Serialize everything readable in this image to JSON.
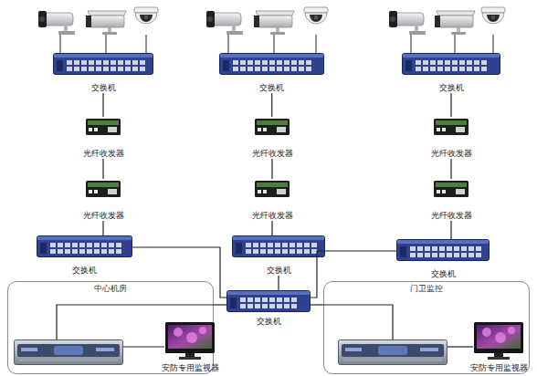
{
  "diagram": {
    "nodes": [
      {
        "text": [
          "交换机"
        ]
      },
      {
        "text": [
          "交换机"
        ]
      },
      {
        "text": [
          "交换机"
        ]
      },
      {
        "text": [
          "光纤收发器"
        ]
      },
      {
        "text": [
          "光纤收发器"
        ]
      },
      {
        "text": [
          "光纤收发器"
        ]
      },
      {
        "text": [
          "光纤收发器"
        ]
      },
      {
        "text": [
          "光纤收发器"
        ]
      },
      {
        "text": [
          "光纤收发器"
        ]
      },
      {
        "text": [
          "交换机"
        ]
      },
      {
        "text": [
          "交换机"
        ]
      },
      {
        "text": [
          "交换机"
        ]
      },
      {
        "text": [
          "中心机房"
        ]
      },
      {
        "text": [
          "安防专用监视器"
        ],
        "in": 12
      },
      {
        "text": [
          "交换机"
        ]
      },
      {
        "text": [
          "门卫监控"
        ]
      },
      {
        "text": [
          "安防专用监视器"
        ],
        "in": 15
      }
    ],
    "edges": [
      {
        "from": 0,
        "to": 3,
        "arrow": "none"
      },
      {
        "from": 1,
        "to": 4,
        "arrow": "none"
      },
      {
        "from": 2,
        "to": 5,
        "arrow": "none"
      },
      {
        "from": 3,
        "to": 6,
        "arrow": "none"
      },
      {
        "from": 4,
        "to": 7,
        "arrow": "none"
      },
      {
        "from": 5,
        "to": 8,
        "arrow": "none"
      },
      {
        "from": 6,
        "to": 9,
        "arrow": "none"
      },
      {
        "from": 7,
        "to": 10,
        "arrow": "none"
      },
      {
        "from": 8,
        "to": 11,
        "arrow": "none"
      },
      {
        "from": 9,
        "to": 14,
        "arrow": "none"
      },
      {
        "from": 10,
        "to": 14,
        "arrow": "none"
      },
      {
        "from": 11,
        "to": 14,
        "arrow": "none"
      },
      {
        "from": 14,
        "to": 12,
        "arrow": "none"
      },
      {
        "from": 14,
        "to": 15,
        "arrow": "none"
      }
    ]
  }
}
